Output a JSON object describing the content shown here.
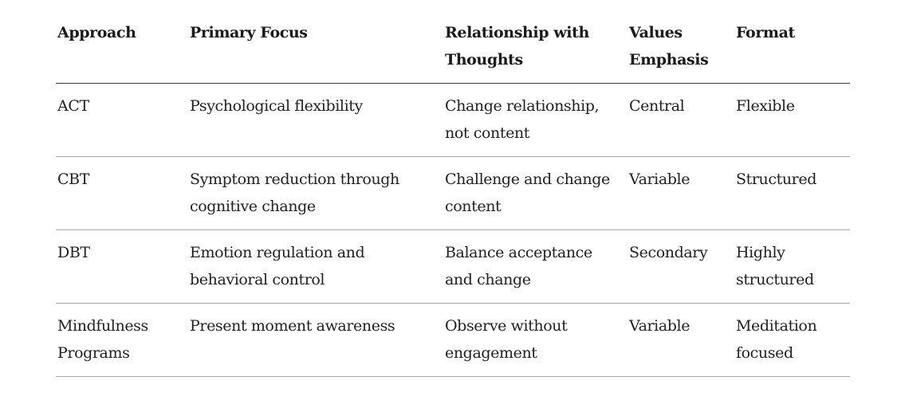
{
  "table": {
    "headers": [
      [
        "Approach"
      ],
      [
        "Primary Focus"
      ],
      [
        "Relationship with Thoughts"
      ],
      [
        "Values Emphasis"
      ],
      [
        "Format"
      ]
    ],
    "header_labels": {
      "approach": "Approach",
      "primary_focus": "Primary Focus",
      "relationship": "Relationship with Thoughts",
      "values": "Values Emphasis",
      "format": "Format"
    },
    "rows": [
      {
        "approach": "ACT",
        "primary_focus": "Psychological flexibility",
        "relationship": "Change relationship, not content",
        "values": "Central",
        "format": "Flexible"
      },
      {
        "approach": "CBT",
        "primary_focus": "Symptom reduction through cognitive change",
        "relationship": "Challenge and change content",
        "values": "Variable",
        "format": "Structured"
      },
      {
        "approach": "DBT",
        "primary_focus": "Emotion regulation and behavioral control",
        "relationship": "Balance acceptance and change",
        "values": "Secondary",
        "format": "Highly structured"
      },
      {
        "approach": "Mindfulness Programs",
        "primary_focus": "Present moment awareness",
        "relationship": "Observe without engagement",
        "values": "Variable",
        "format": "Meditation focused"
      }
    ]
  },
  "colors": {
    "text": "#1f1f1f",
    "header_rule": "#3c3c3c",
    "row_rule": "#a8a8a8",
    "background": "#ffffff"
  }
}
